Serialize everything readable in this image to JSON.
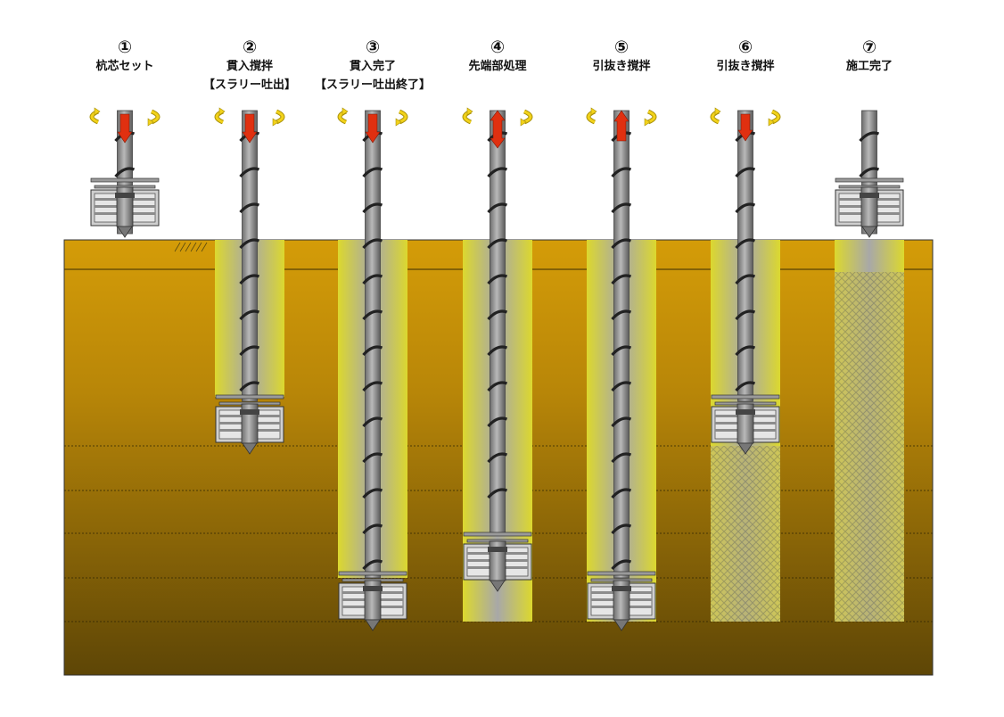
{
  "steps": [
    {
      "number": "①",
      "label": "杭芯セット",
      "sub": ""
    },
    {
      "number": "②",
      "label": "貫入撹拌",
      "sub": "【スラリー吐出】"
    },
    {
      "number": "③",
      "label": "貫入完了",
      "sub": "【スラリー吐出終了】"
    },
    {
      "number": "④",
      "label": "先端部処理",
      "sub": ""
    },
    {
      "number": "⑤",
      "label": "引抜き撹拌",
      "sub": ""
    },
    {
      "number": "⑥",
      "label": "引抜き撹拌",
      "sub": ""
    },
    {
      "number": "⑦",
      "label": "施工完了",
      "sub": ""
    }
  ],
  "colors": {
    "ground_top": "#d29a0a",
    "ground_bottom": "#5e4606",
    "column_edge": "#d9d630",
    "column_center": "#a6a6a6",
    "rod": "#8c8c8c",
    "arrow_red": "#e03010",
    "rotation_arrow": "#f2d21a",
    "treated_soil": "#c8c062"
  },
  "icons": [
    "rotation-arrow-icon",
    "down-arrow-icon",
    "up-down-arrow-icon",
    "up-arrow-icon"
  ]
}
